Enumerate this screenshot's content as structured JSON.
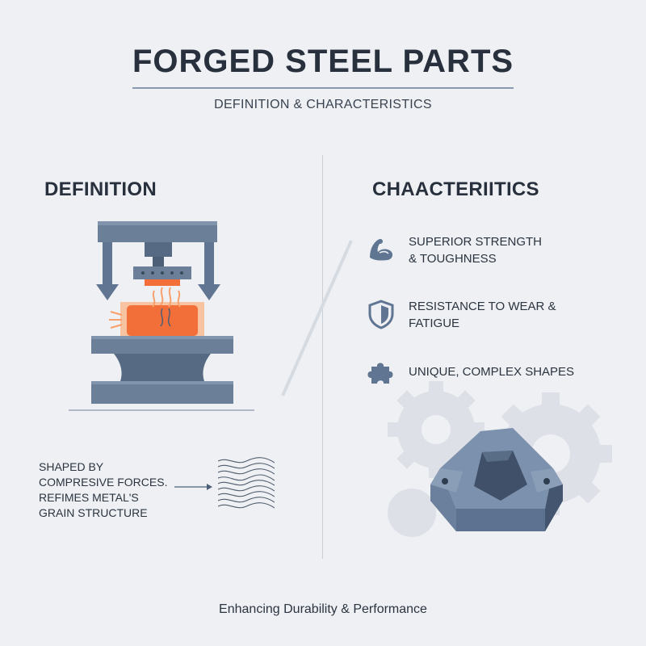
{
  "header": {
    "title": "FORGED STEEL PARTS",
    "subtitle": "DEFINITION & CHARACTERISTICS"
  },
  "definition": {
    "heading": "DEFINITION",
    "description_lines": [
      "SHAPED BY",
      "COMPRESIVE FORCES.",
      "REFIMES METAL'S",
      "GRAIN STRUCTURE"
    ],
    "illustration": "forging-press-icon",
    "grain_illustration": "grain-structure-icon"
  },
  "characteristics": {
    "heading": "CHAACTERIITICS",
    "items": [
      {
        "icon": "flexed-arm-icon",
        "lines": [
          "SUPERIOR STRENGTH",
          "& TOUGHNESS"
        ]
      },
      {
        "icon": "shield-icon",
        "lines": [
          "RESISTANCE TO WEAR &",
          "FATIGUE"
        ]
      },
      {
        "icon": "puzzle-piece-icon",
        "lines": [
          "UNIQUE, COMPLEX SHAPES"
        ]
      }
    ]
  },
  "footer": {
    "tagline": "Enhancing Durability & Performance"
  },
  "colors": {
    "background": "#eef0f3",
    "steel": "#5f7591",
    "steel_dark": "#45566c",
    "hot_metal": "#f26f3a",
    "glow": "#f7a06d",
    "text": "#27303c"
  }
}
